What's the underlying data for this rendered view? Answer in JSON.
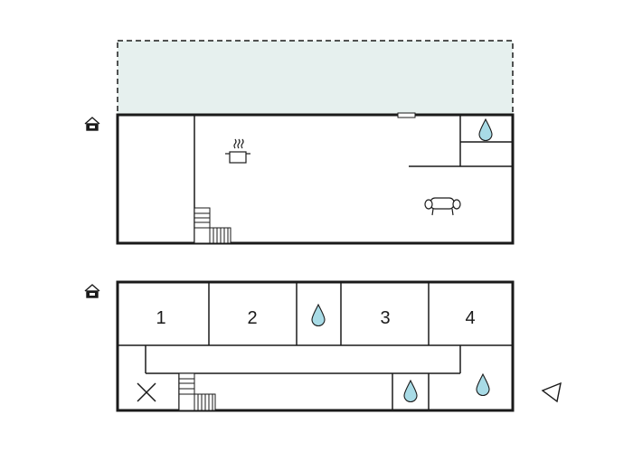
{
  "floor_plan": {
    "floors": [
      {
        "id": "upper",
        "has_terrace": true,
        "icons": [
          "house-icon",
          "cooking-pot-icon",
          "armchair-icon",
          "water-drop-icon",
          "stairs-icon"
        ],
        "rooms": []
      },
      {
        "id": "lower",
        "icons": [
          "house-icon",
          "water-drop-icon",
          "stairs-icon",
          "cross-icon"
        ],
        "rooms": [
          {
            "label": "1"
          },
          {
            "label": "2"
          },
          {
            "label": "3"
          },
          {
            "label": "4"
          }
        ]
      }
    ],
    "compass_icon": "north-arrow-icon",
    "colors": {
      "wall": "#1a1a1a",
      "terrace_fill": "#e6f0ee",
      "water": "#a8dbe6"
    }
  }
}
